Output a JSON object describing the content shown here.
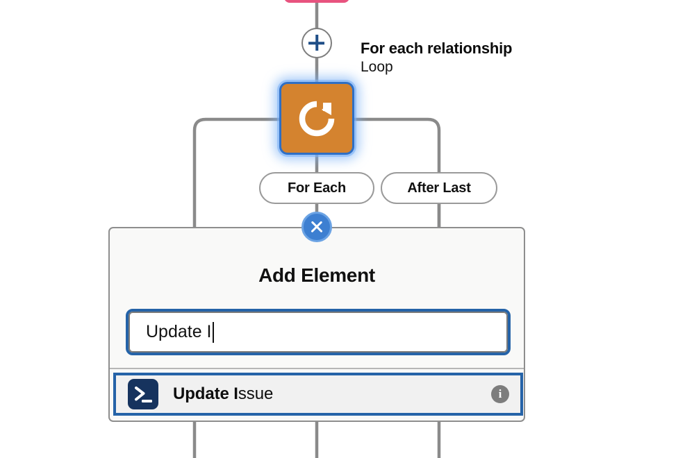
{
  "flow": {
    "upstream_node": {
      "name": "upstream-node-stub",
      "color": "#e8537f"
    },
    "add_step_button": {
      "label": "+",
      "icon": "plus-icon"
    },
    "loop_node": {
      "title": "For each relationship",
      "subtitle": "Loop",
      "icon": "loop-refresh-icon",
      "color": "#d4832f",
      "selected": true,
      "selection_color": "#2f6fc4"
    },
    "branches": [
      {
        "label": "For Each"
      },
      {
        "label": "After Last"
      }
    ]
  },
  "dialog": {
    "title": "Add Element",
    "close_button": {
      "icon": "close-x-icon",
      "color": "#3d7fd1"
    },
    "search": {
      "value": "Update I",
      "placeholder": "",
      "focused": true,
      "focus_color": "#2563a8"
    },
    "results": [
      {
        "icon": "terminal-icon",
        "icon_color": "#16335e",
        "match_text": "Update I",
        "rest_text": "ssue",
        "full_label": "Update Issue",
        "info_icon": "info-icon",
        "selected": true
      }
    ]
  }
}
